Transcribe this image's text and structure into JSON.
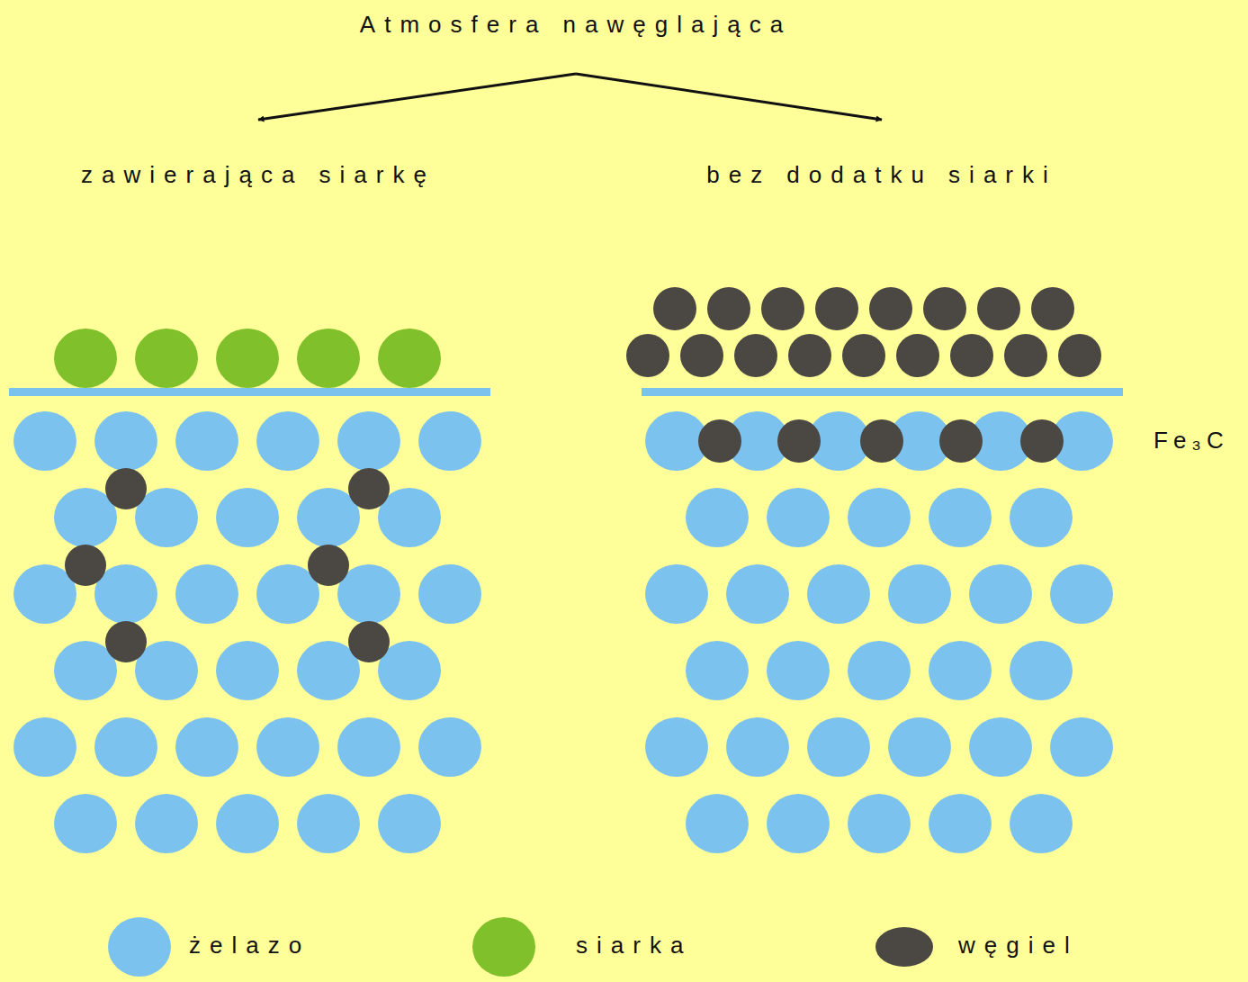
{
  "diagram": {
    "nodes": [
      {
        "text": [
          "Atmosfera nawęglająca"
        ]
      },
      {
        "text": [
          "zawierająca siarkę"
        ]
      },
      {
        "text": [
          "bez dodatku siarki"
        ]
      }
    ],
    "edges": [
      {
        "from": 0,
        "to": 1,
        "arrow": "to"
      },
      {
        "from": 0,
        "to": 2,
        "arrow": "to"
      }
    ],
    "labels": [
      "Fe₃C"
    ],
    "legend": [
      {
        "text": "żelazo",
        "color": "#7bc3ee"
      },
      {
        "text": "siarka",
        "color": "#80c02a"
      },
      {
        "text": "węgiel",
        "color": "#4b4844"
      }
    ]
  }
}
